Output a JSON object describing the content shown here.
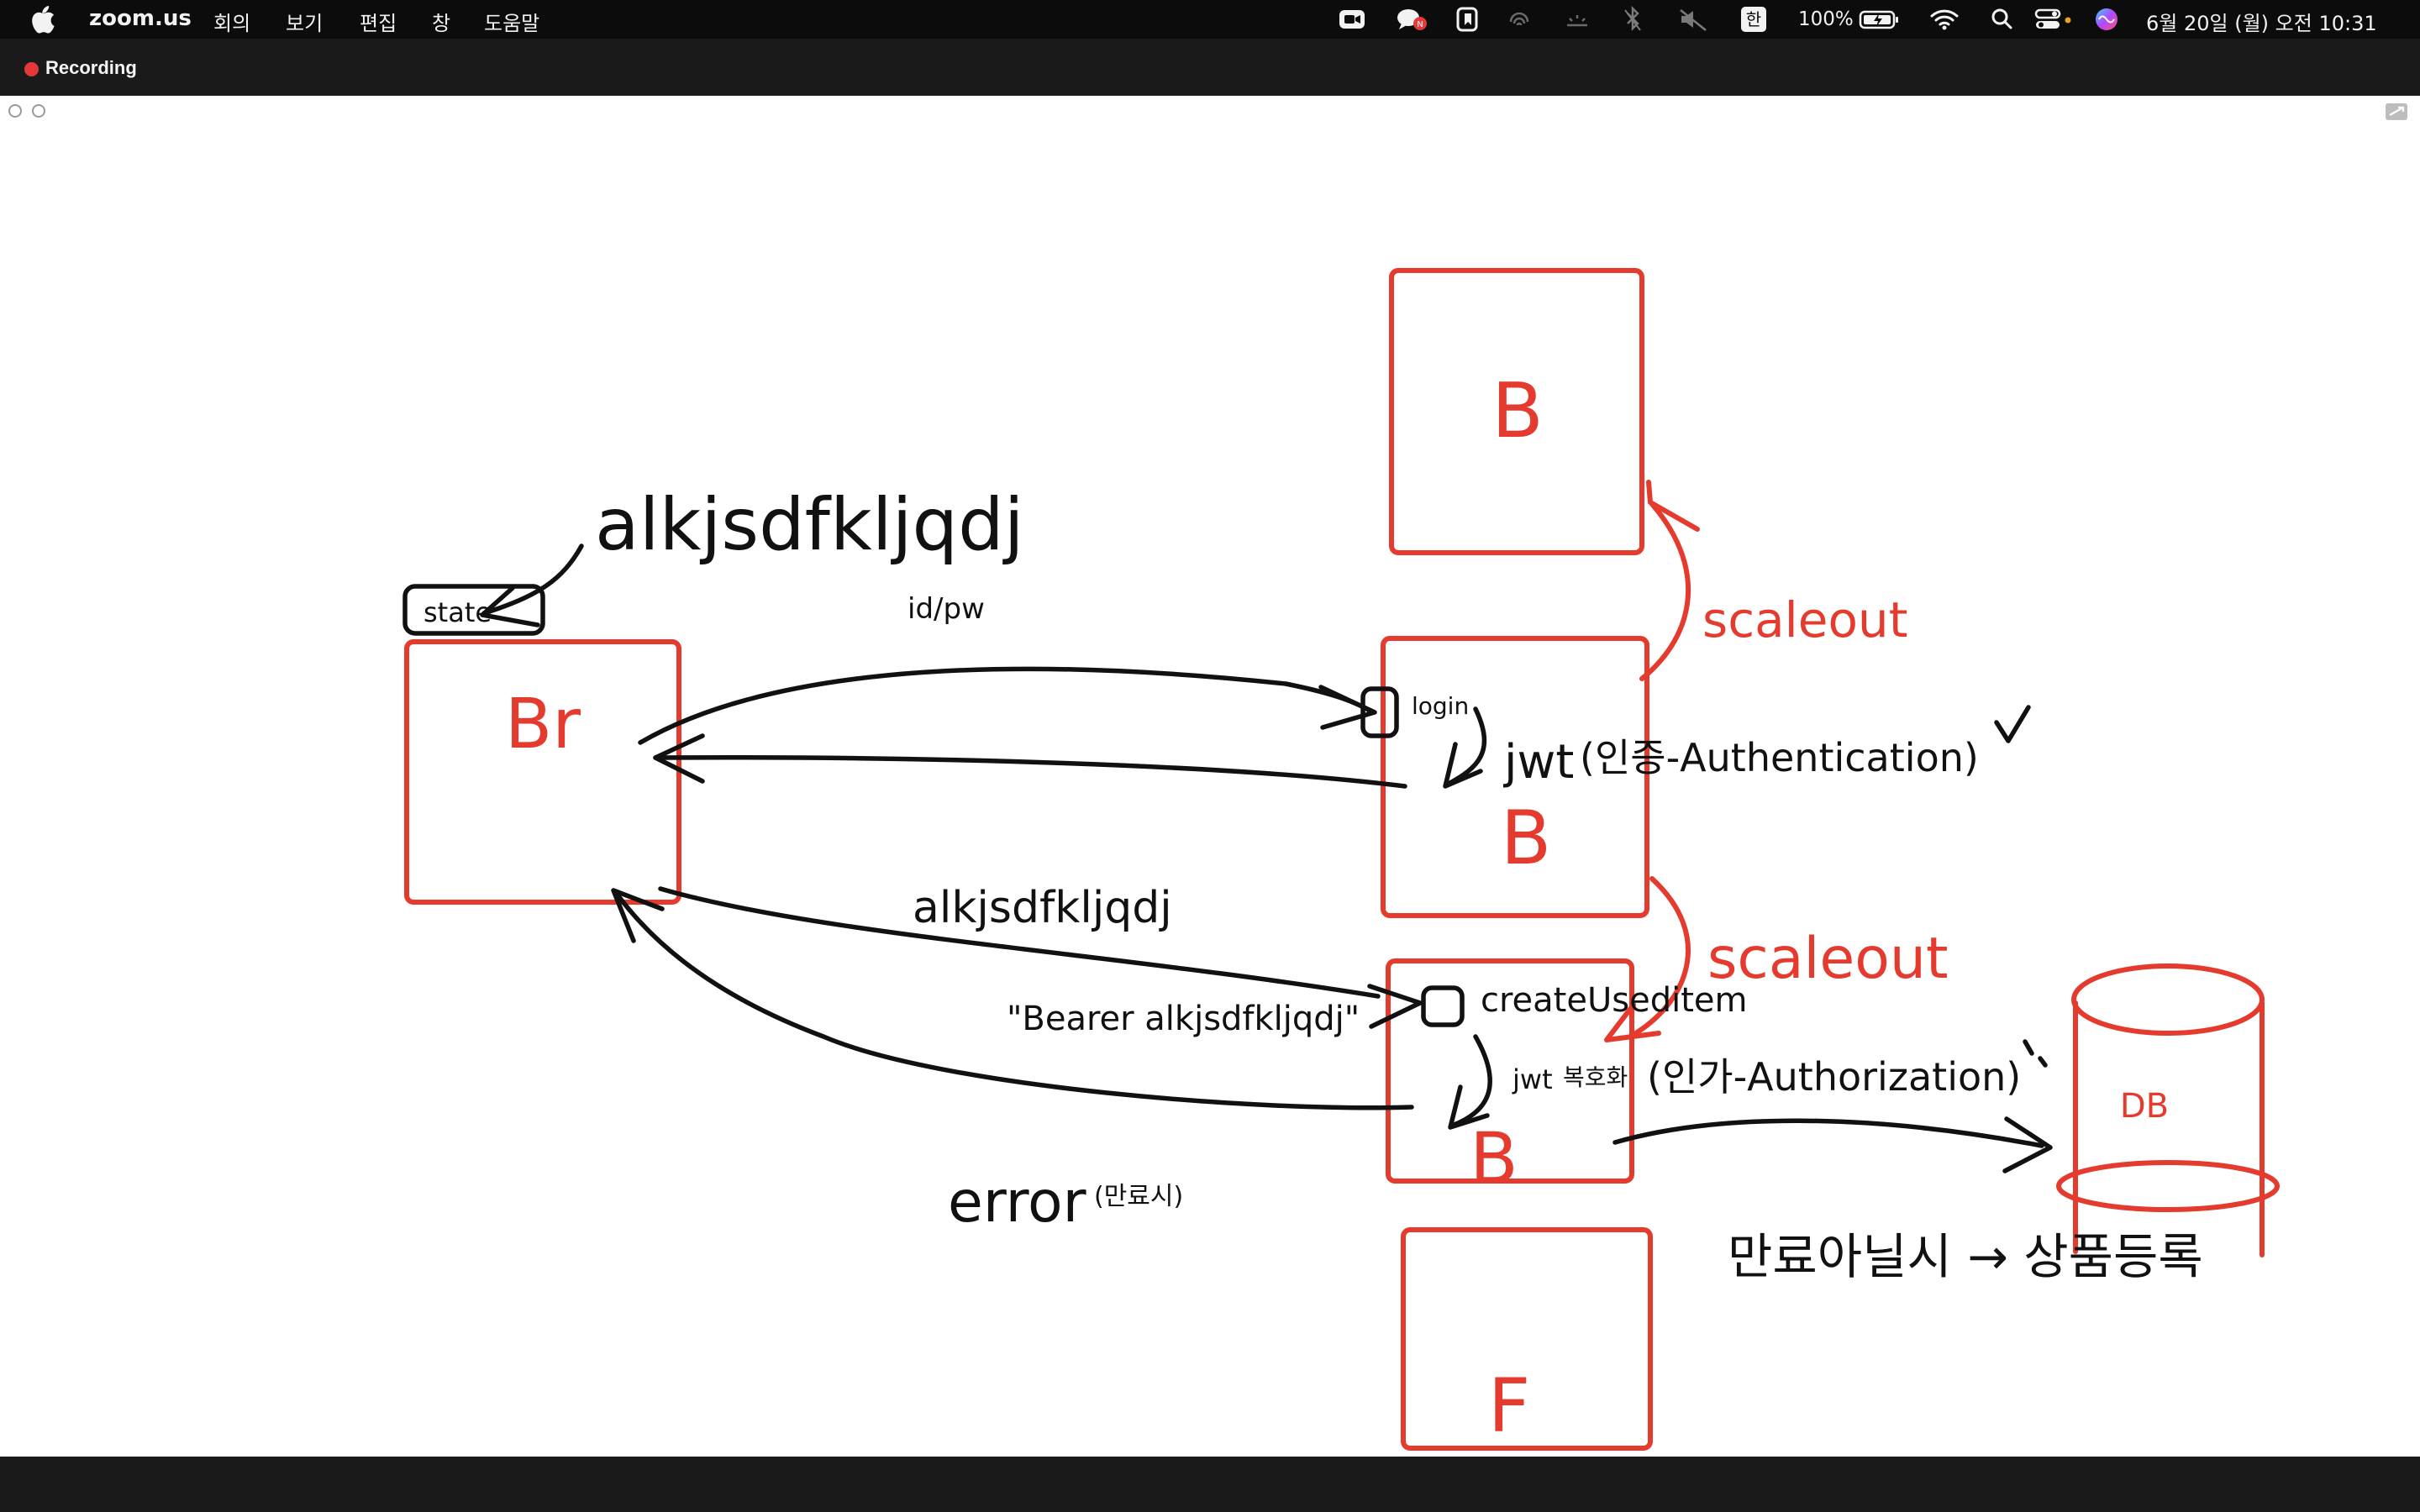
{
  "menubar": {
    "app_name": "zoom.us",
    "menus": [
      "회의",
      "보기",
      "편집",
      "창",
      "도움말"
    ],
    "battery": "100%",
    "clock": "6월 20일 (월) 오전 10:31",
    "input_method": "한"
  },
  "recording": {
    "label": "Recording",
    "color": "#e5383b"
  },
  "whiteboard": {
    "colors": {
      "red": "#e53b2f",
      "black": "#111111"
    },
    "boxes": {
      "browser": "Br",
      "backend_top": "B",
      "backend_login": "B",
      "backend_create": "B",
      "frontend": "F",
      "database": "DB"
    },
    "labels": {
      "token_top": "alkjsdfkljqdj",
      "state": "state",
      "id_pw": "id/pw",
      "login": "login",
      "jwt_auth_jwt": "jwt",
      "jwt_auth_text": "(인증-Authentication)",
      "token_return": "alkjsdfkljqdj",
      "bearer": "\"Bearer alkjsdfkljqdj\"",
      "create_used_item": "createUseditem",
      "jwt_decode_jwt": "jwt",
      "jwt_decode_ko": "복호화",
      "authorization": "(인가-Authorization)",
      "error": "error",
      "error_note": "(만료시)",
      "not_expired": "만료아닐시 → 상품등록",
      "scaleout_1": "scaleout",
      "scaleout_2": "scaleout"
    }
  }
}
